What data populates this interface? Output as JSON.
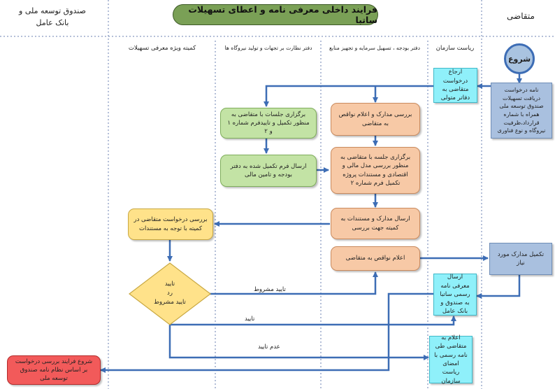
{
  "header": {
    "title": "فرایند داخلی معرفی نامه و اعطای تسهیلات ساتبا",
    "left_party_line1": "صندوق توسعه ملی و",
    "left_party_line2": "بانک عامل",
    "right_party": "متقاضی"
  },
  "lanes": [
    {
      "id": "committee",
      "title": "کمیته ویژه معرفی تسهیلات"
    },
    {
      "id": "supervision",
      "title": "دفتر نظارت بر تجهات و تولید نیروگاه ها"
    },
    {
      "id": "budget",
      "title": "دفتر بودجه ، تسهیل سرمایه و تجهیز منابع"
    },
    {
      "id": "presidency",
      "title": "ریاست سازمان"
    }
  ],
  "nodes": {
    "start": "شروع",
    "applicant_request": "نامه درخواست دریافت تسهیلات صندوق توسعه ملی همراه با شماره قرارداد،ظرفیت نیروگاه و نوع فناوری",
    "refer_request": "ارجاع درخواست متقاضی به دفاتر متولی",
    "review_docs": "بررسی مدارک و اعلام نواقص به متقاضی",
    "meeting_form": "برگزاری جلسه با متقاضی به منظور بررسی مدل مالی و اقتصادی و مستندات پروژه تکمیل فرم شماره ۲",
    "send_to_committee": "ارسال مدارک و مستندات به کمیته جهت بررسی",
    "announce_defects": "اعلام نواقص به متقاضی",
    "complete_docs": "تکمیل مدارک مورد نیاز",
    "supervision_meetings": "برگزاری جلسات با متقاضی به منظور تکمیل و تاییدفرم شماره ۱ و ۲",
    "send_form_budget": "ارسال فرم تکمیل شده به دفتر بودجه و تامین مالی",
    "committee_review": "بررسی درخواست متقاضی در کمیته با توجه به مستندات",
    "decision": "تایید\nرد\nتایید مشروط",
    "send_letter": "ارسال معرفی نامه رسمی ساتبا به صندوق و بانک عامل",
    "notify_letter": "اعلام به متقاضی طی نامه رسمی با امضای ریاست سازمان",
    "fund_process": "شروع فرایند بررسی درخواست بر اساس نظام نامه صندوق توسعه ملی"
  },
  "edge_labels": {
    "conditional": "تایید مشروط",
    "approve": "تایید",
    "reject": "عدم تایید"
  },
  "colors": {
    "peach": "#f7c9a6",
    "green": "#c3e3a5",
    "yellow": "#ffe28a",
    "cyan": "#8ff0fa",
    "blue": "#a9c0df",
    "red": "#f25a5a",
    "title": "#7aa056",
    "arrow": "#3d6db5",
    "start": "#a9c3e0"
  }
}
